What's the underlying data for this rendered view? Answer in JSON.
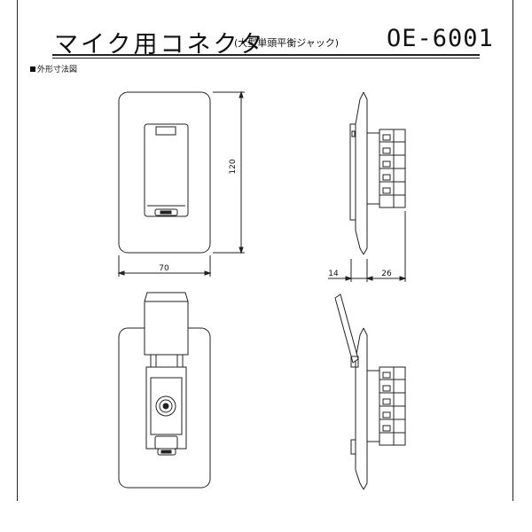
{
  "header": {
    "title": "マイク用コネクタ",
    "subtitle": "(大型単頭平衡ジャック)",
    "model": "OE-6001"
  },
  "section": {
    "label": "外形寸法図"
  },
  "dimensions": {
    "height": "120",
    "width": "70",
    "depth_front": "14",
    "depth_back": "26"
  },
  "colors": {
    "line": "#222222",
    "paper": "#ffffff"
  }
}
